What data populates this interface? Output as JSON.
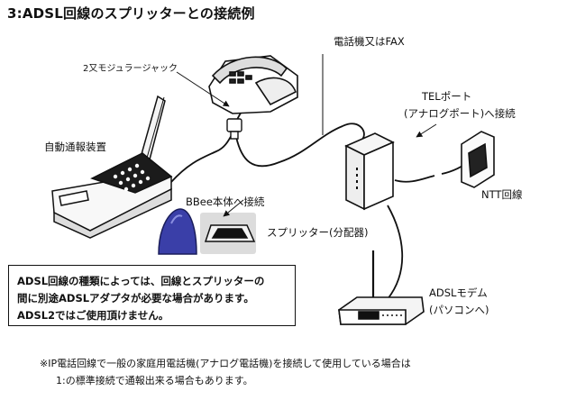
{
  "heading": "3:ADSL回線のスプリッターとの接続例",
  "labels": {
    "phone": "電話機又はFAX",
    "jack": "2又モジュラージャック",
    "tel_port_line1": "TELポート",
    "tel_port_line2": "(アナログポート)へ接続",
    "device": "自動通報装置",
    "bbee": "BBee本体へ接続",
    "ntt": "NTT回線",
    "splitter": "スプリッター(分配器)",
    "modem_line1": "ADSLモデム",
    "modem_line2": "(パソコンへ)"
  },
  "notice": [
    "ADSL回線の種類によっては、回線とスプリッターの",
    "間に別途ADSLアダプタが必要な場合があります。",
    "ADSL2ではご使用頂けません。"
  ],
  "footnote": [
    "※IP電話回線で一般の家庭用電話機(アナログ電話機)を接続して使用している場合は",
    "1:の標準接続で通報出来る場合もあります。"
  ],
  "colors": {
    "bbee_body": "#3a3fa8",
    "line": "#111111"
  },
  "icons": [
    "telephone-icon",
    "modular-jack-icon",
    "auto-report-device-icon",
    "bbee-icon",
    "bbee-base-icon",
    "splitter-icon",
    "wall-socket-icon",
    "adsl-modem-icon"
  ]
}
